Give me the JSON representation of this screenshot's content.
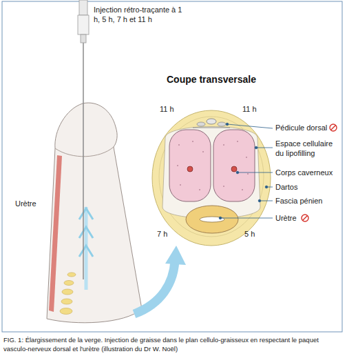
{
  "diagram": {
    "title": "Coupe transversale",
    "caption": "FIG. 1: Élargissement de la verge. Injection de graisse dans le plan cellulo-graisseux en respectant le paquet vasculo-nerveux dorsal et l'urètre (illustration du Dr W. Noël)",
    "labels": [
      "Injection rétro-traçante à 1 h, 5 h, 7 h et 11 h",
      "Urètre",
      "11 h",
      "11 h",
      "Pédicule dorsal",
      "Espace cellulaire du lipofilling",
      "Corps caverneux",
      "Dartos",
      "Fascia pénien",
      "Urètre",
      "7 h",
      "5 h"
    ]
  }
}
